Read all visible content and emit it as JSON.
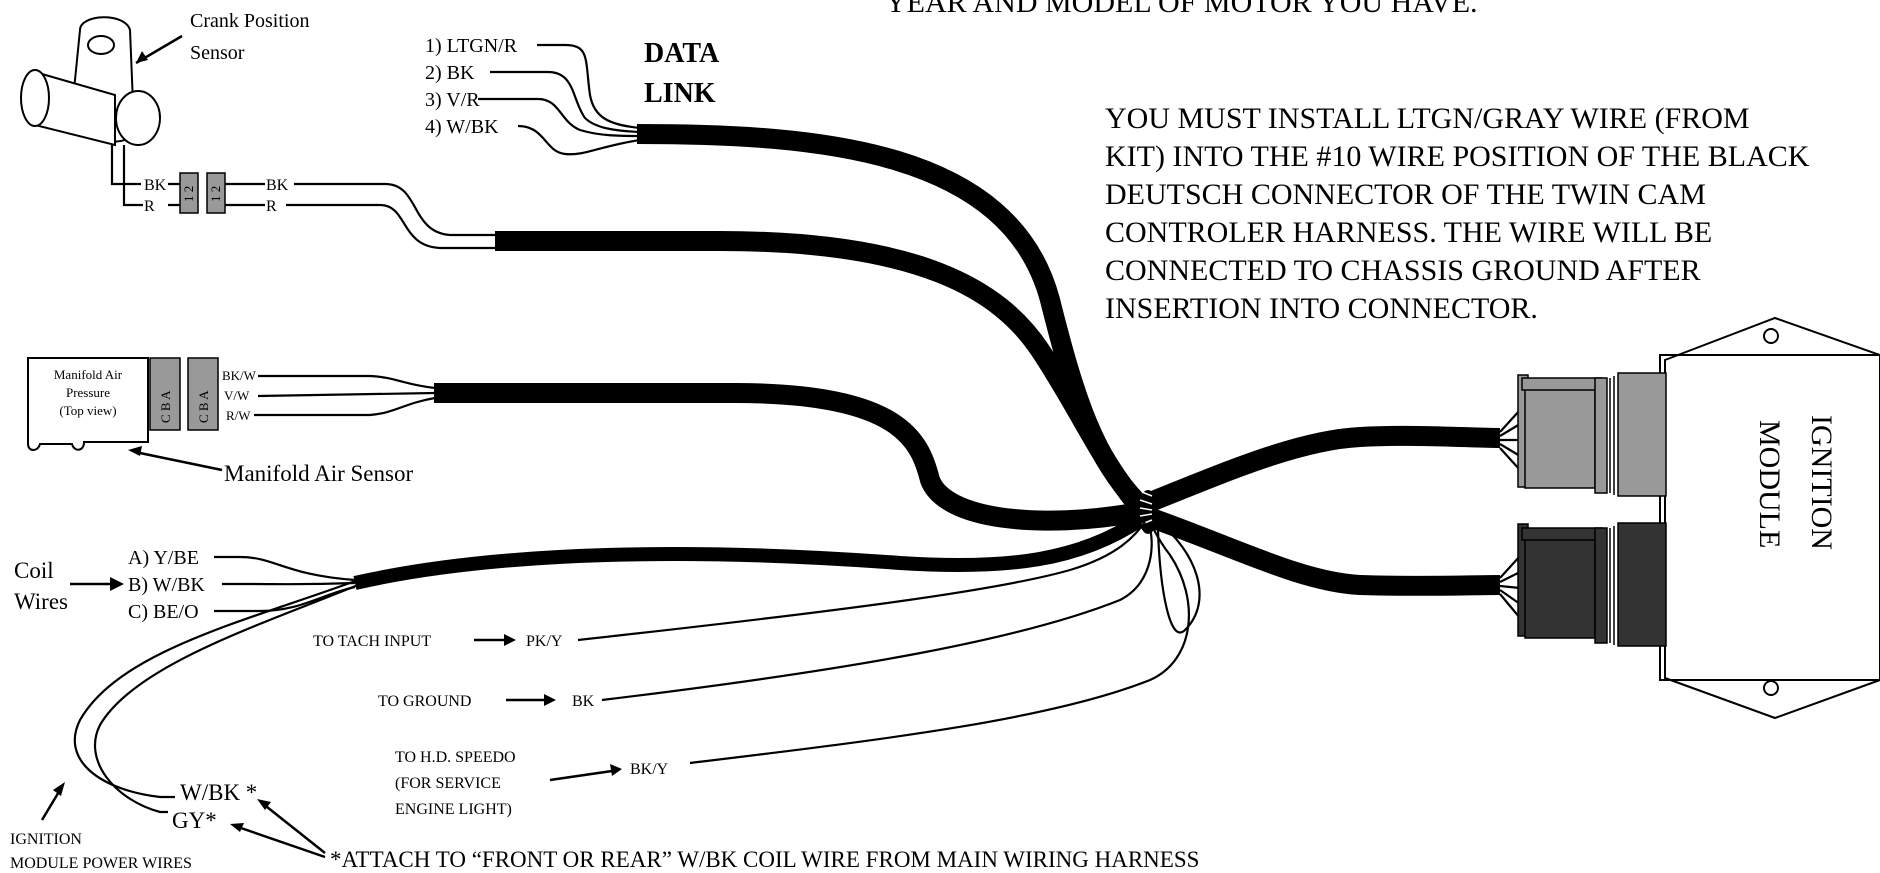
{
  "top_note": "YEAR AND MODEL OF MOTOR YOU HAVE.",
  "install_note": [
    "YOU MUST INSTALL LTGN/GRAY WIRE (FROM",
    "KIT) INTO THE #10 WIRE POSITION OF THE BLACK",
    "DEUTSCH CONNECTOR OF THE TWIN CAM",
    "CONTROLER HARNESS. THE WIRE WILL BE",
    "CONNECTED TO CHASSIS GROUND AFTER",
    "INSERTION INTO CONNECTOR."
  ],
  "crank_sensor": {
    "title_line1": "Crank Position",
    "title_line2": "Sensor",
    "wire_left": [
      "BK",
      "R"
    ],
    "wire_right": [
      "BK",
      "R"
    ],
    "pins": "1 2"
  },
  "data_link": {
    "title_line1": "DATA",
    "title_line2": "LINK",
    "wires": [
      "1) LTGN/R",
      "2) BK",
      "3) V/R",
      "4) W/BK"
    ]
  },
  "map_sensor": {
    "box_line1": "Manifold Air",
    "box_line2": "Pressure",
    "box_line3": "(Top view)",
    "pins": "C B A",
    "wires": [
      "BK/W",
      "V/W",
      "R/W"
    ],
    "label": "Manifold Air Sensor"
  },
  "coil": {
    "label_line1": "Coil",
    "label_line2": "Wires",
    "wires": [
      "A) Y/BE",
      "B) W/BK",
      "C) BE/O"
    ]
  },
  "tach": {
    "label": "TO TACH INPUT",
    "wire": "PK/Y"
  },
  "ground": {
    "label": "TO GROUND",
    "wire": "BK"
  },
  "speedo": {
    "label_line1": "TO H.D. SPEEDO",
    "label_line2": "(FOR SERVICE",
    "label_line3": "ENGINE LIGHT)",
    "wire": "BK/Y"
  },
  "power": {
    "wire1": "W/BK *",
    "wire2": "GY*",
    "label_line1": "IGNITION",
    "label_line2": "MODULE POWER WIRES"
  },
  "attach_note": "*ATTACH TO “FRONT OR REAR” W/BK COIL WIRE FROM MAIN WIRING HARNESS",
  "module": {
    "label_line1": "IGNITION",
    "label_line2": "MODULE"
  },
  "colors": {
    "connector_gray": "#999999",
    "connector_dark": "#333333"
  }
}
